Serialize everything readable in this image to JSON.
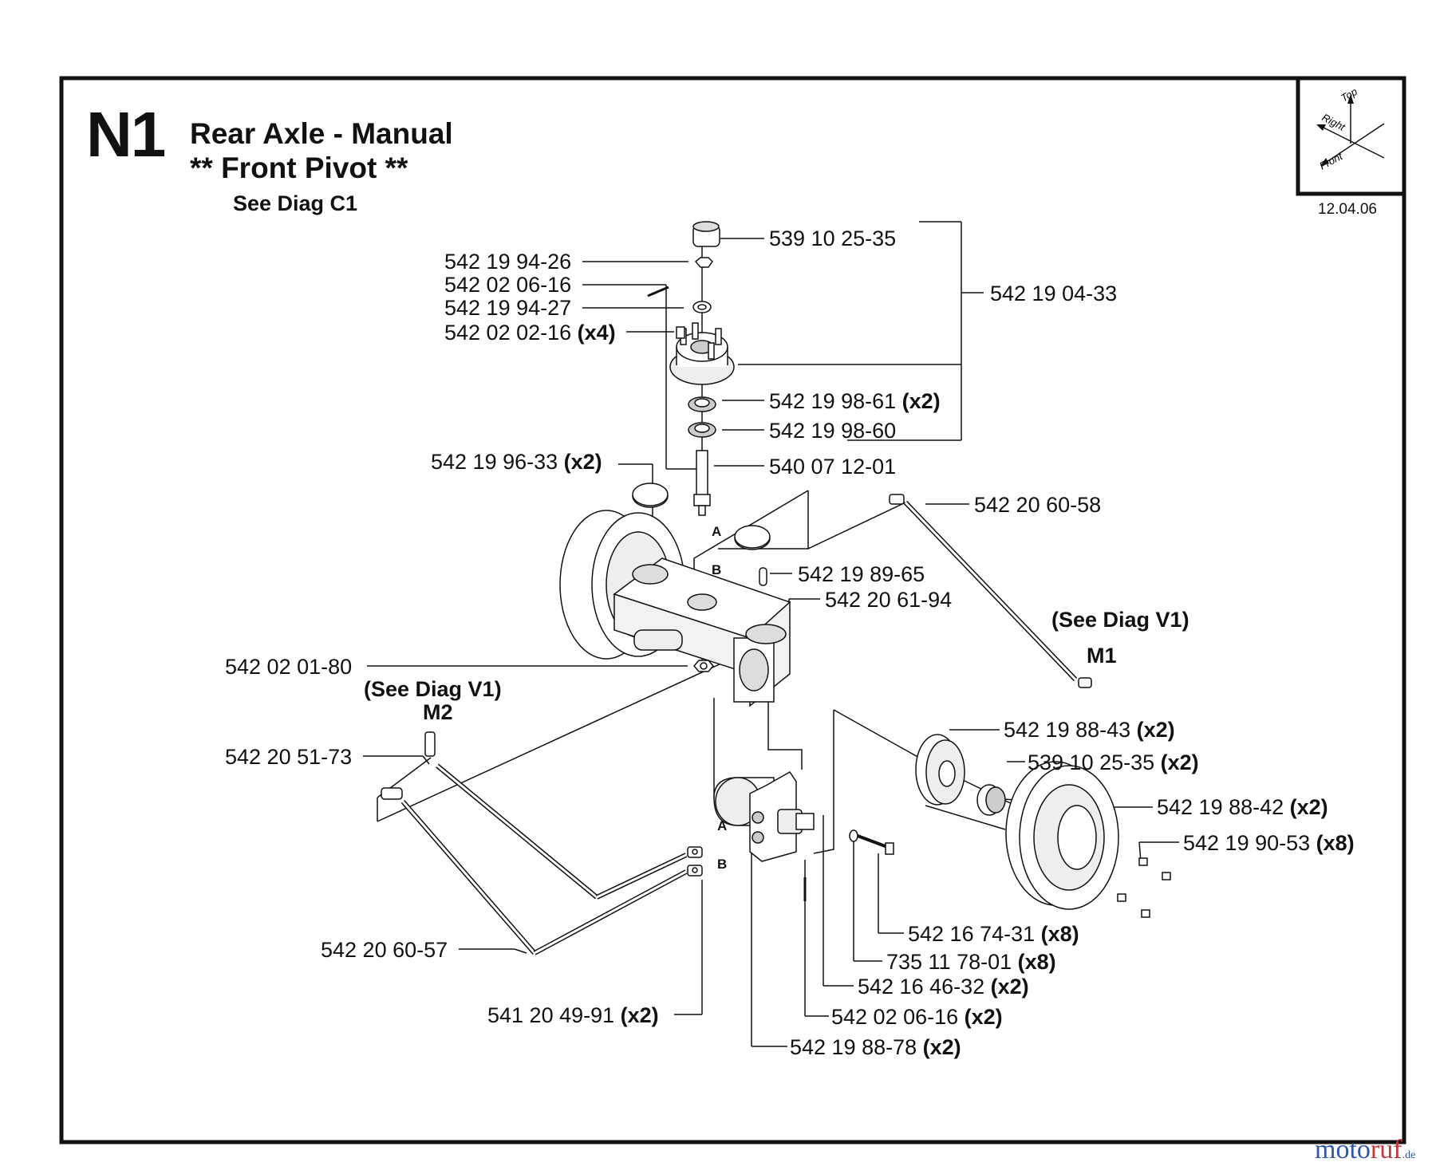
{
  "header": {
    "code": "N1",
    "title": "Rear Axle - Manual",
    "subtitle": "** Front Pivot **",
    "see_ref": "See Diag C1",
    "date": "12.04.06"
  },
  "orientation": {
    "top": "Top",
    "right": "Right",
    "front": "Front"
  },
  "parts": [
    {
      "number": "539 10 25-35",
      "qty": ""
    },
    {
      "number": "542 19 94-26",
      "qty": ""
    },
    {
      "number": "542 02 06-16",
      "qty": ""
    },
    {
      "number": "542 19 94-27",
      "qty": ""
    },
    {
      "number": "542 02 02-16",
      "qty": "(x4)"
    },
    {
      "number": "542 19 04-33",
      "qty": ""
    },
    {
      "number": "542 19 98-61",
      "qty": "(x2)"
    },
    {
      "number": "542 19 98-60",
      "qty": ""
    },
    {
      "number": "542 19 96-33",
      "qty": "(x2)"
    },
    {
      "number": "540 07 12-01",
      "qty": ""
    },
    {
      "number": "542 20 60-58",
      "qty": ""
    },
    {
      "number": "542 19 89-65",
      "qty": ""
    },
    {
      "number": "542 20 61-94",
      "qty": ""
    },
    {
      "number": "542 02 01-80",
      "qty": ""
    },
    {
      "number": "542 20 51-73",
      "qty": ""
    },
    {
      "number": "542 19 88-43",
      "qty": "(x2)"
    },
    {
      "number": "539 10 25-35",
      "qty": "(x2)"
    },
    {
      "number": "542 19 88-42",
      "qty": "(x2)"
    },
    {
      "number": "542 19 90-53",
      "qty": "(x8)"
    },
    {
      "number": "542 16 74-31",
      "qty": "(x8)"
    },
    {
      "number": "735 11 78-01",
      "qty": "(x8)"
    },
    {
      "number": "542 16 46-32",
      "qty": "(x2)"
    },
    {
      "number": "542 02 06-16",
      "qty": "(x2)"
    },
    {
      "number": "542 19 88-78",
      "qty": "(x2)"
    },
    {
      "number": "541 20 49-91",
      "qty": "(x2)"
    },
    {
      "number": "542 20 60-57",
      "qty": ""
    }
  ],
  "notes": {
    "see_v1_right": "(See Diag V1)",
    "m1": "M1",
    "see_v1_left": "(See Diag  V1)",
    "m2": "M2"
  },
  "ports": {
    "a": "A",
    "b": "B"
  },
  "brand": {
    "part1": "moto",
    "part2": "ruf",
    "part3": ".de"
  }
}
